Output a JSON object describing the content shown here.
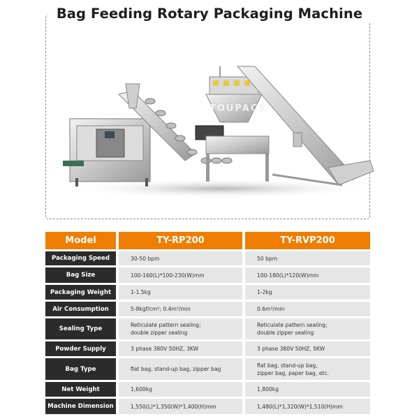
{
  "title": "Bag Feeding Rotary Packaging Machine",
  "image": {
    "description": "Bag feeding rotary packaging machine line with bucket elevator, multihead weigher and incline conveyor",
    "watermark": "TOUPACK"
  },
  "table": {
    "headers": [
      "Model",
      "TY-RP200",
      "TY-RVP200"
    ],
    "colors": {
      "header_bg": "#EF7D00",
      "label_bg": "#2B2B2B",
      "cell_bg": "#E6E6E6"
    },
    "rows": [
      {
        "label": "Packaging Speed",
        "rp200": "30-50 bpm",
        "rvp200": "50 bpm"
      },
      {
        "label": "Bag Size",
        "rp200": "100-160(L)*100-230(W)mm",
        "rvp200": "100-180(L)*120(W)mm"
      },
      {
        "label": "Packaging Weight",
        "rp200": "1-1.5kg",
        "rvp200": "1-2kg"
      },
      {
        "label": "Air Consumption",
        "rp200": "5-8kgf/cm²; 0.4m³/min",
        "rvp200": "0.6m³/min"
      },
      {
        "label": "Sealing Type",
        "rp200": "Reticulate pattern sealing;\ndouble zipper sealing",
        "rp200_l1": "Reticulate pattern sealing;",
        "rp200_l2": "double zipper sealing",
        "rvp200": "Reticulate pattern sealing;\ndouble zipper sealing",
        "rvp200_l1": "Reticulate pattern sealing;",
        "rvp200_l2": "double zipper sealing"
      },
      {
        "label": "Powder Supply",
        "rp200": "3 phase 380V 50HZ,  3KW",
        "rvp200": "3 phase 380V 50HZ,  5KW"
      },
      {
        "label": "Bag Type",
        "rp200": "flat bag, stand-up bag, zipper bag",
        "rvp200": "flat bag, stand-up bag,\nzipper bag, paper bag, etc.",
        "rvp200_l1": "flat bag, stand-up bag,",
        "rvp200_l2": "zipper bag, paper bag, etc."
      },
      {
        "label": "Net Weight",
        "rp200": "1,600kg",
        "rvp200": "1,800kg"
      },
      {
        "label": "Machine Dimension",
        "rp200": "1,550(L)*1,350(W)*1,400(H)mm",
        "rvp200": "1,480(L)*1,320(W)*1,510(H)mm"
      }
    ]
  }
}
